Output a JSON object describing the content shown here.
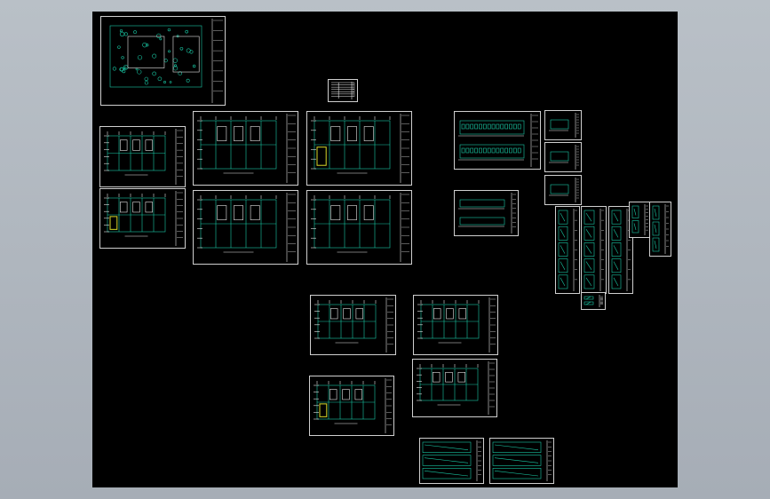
{
  "viewport": {
    "background_colors": [
      "#b9c0c7",
      "#a6adb6"
    ],
    "canvas_color": "#000000"
  },
  "sheet_style": {
    "frame_color": "#cfcfcf",
    "line_color": "#19c9a5",
    "accent_color": "#e5e5e5",
    "highlight_color": "#d8d82a"
  },
  "sheets": [
    {
      "id": "site-plan",
      "kind": "site"
    },
    {
      "id": "legend-table",
      "kind": "table"
    },
    {
      "id": "floor-plan-1",
      "kind": "plan"
    },
    {
      "id": "floor-plan-2",
      "kind": "plan"
    },
    {
      "id": "floor-plan-3",
      "kind": "plan"
    },
    {
      "id": "floor-plan-4",
      "kind": "plan"
    },
    {
      "id": "floor-plan-5",
      "kind": "plan"
    },
    {
      "id": "floor-plan-6",
      "kind": "plan"
    },
    {
      "id": "elevation-1",
      "kind": "elevation"
    },
    {
      "id": "elevation-2",
      "kind": "elevation"
    },
    {
      "id": "section-1",
      "kind": "elevation"
    },
    {
      "id": "section-2",
      "kind": "elevation"
    },
    {
      "id": "section-3",
      "kind": "elevation"
    },
    {
      "id": "detail-col-1",
      "kind": "details"
    },
    {
      "id": "detail-col-2",
      "kind": "details"
    },
    {
      "id": "detail-col-3",
      "kind": "details"
    },
    {
      "id": "detail-col-4",
      "kind": "details"
    },
    {
      "id": "detail-col-5",
      "kind": "details"
    },
    {
      "id": "detail-small",
      "kind": "details"
    },
    {
      "id": "plan-mid-1",
      "kind": "plan"
    },
    {
      "id": "plan-mid-2",
      "kind": "plan"
    },
    {
      "id": "plan-mid-3",
      "kind": "plan"
    },
    {
      "id": "plan-mid-4",
      "kind": "plan"
    },
    {
      "id": "detail-sheet-1",
      "kind": "details"
    },
    {
      "id": "detail-sheet-2",
      "kind": "details"
    }
  ]
}
